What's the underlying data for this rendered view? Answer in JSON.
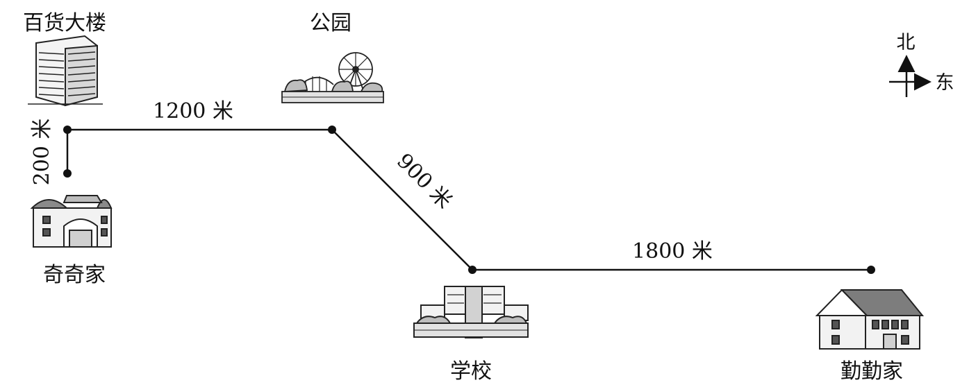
{
  "places": {
    "department_store": "百货大楼",
    "park": "公园",
    "qiqi_home": "奇奇家",
    "school": "学校",
    "qinqin_home": "勤勤家"
  },
  "distances": {
    "qiqi_to_store": "200 米",
    "store_to_park": "1200 米",
    "park_to_school": "900 米",
    "school_to_qinqin": "1800 米"
  },
  "compass": {
    "north": "北",
    "east": "东"
  }
}
